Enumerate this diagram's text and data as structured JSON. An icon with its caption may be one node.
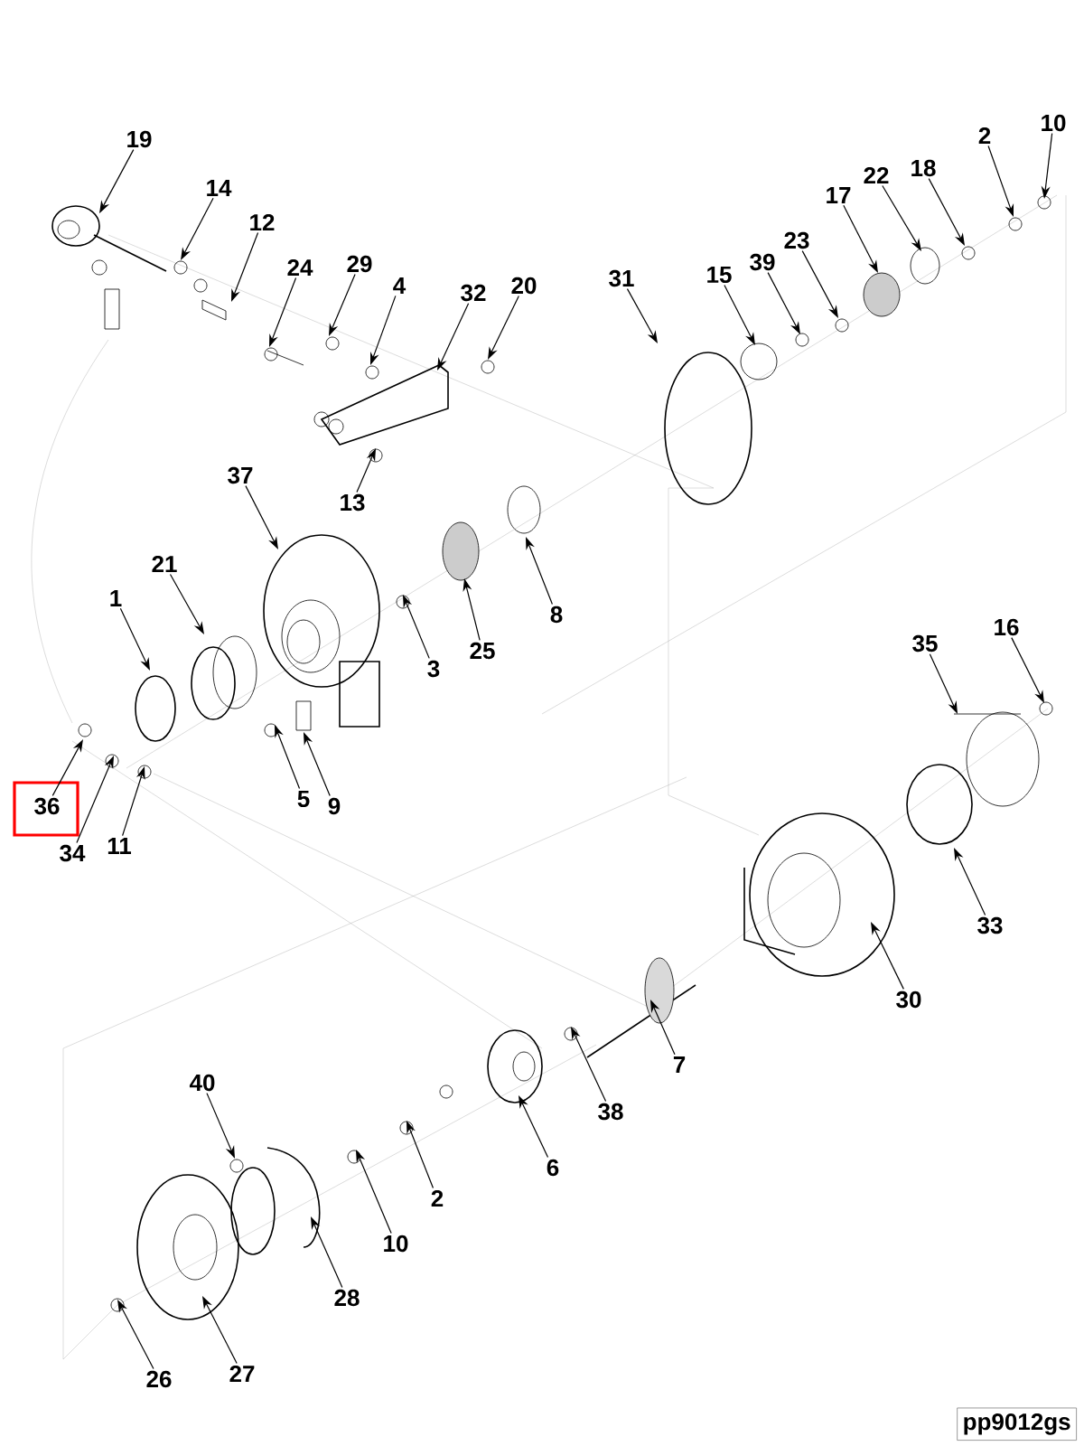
{
  "diagram": {
    "nodes": [
      {
        "text": [
          "10"
        ]
      },
      {
        "text": [
          "2"
        ]
      },
      {
        "text": [
          "19"
        ]
      },
      {
        "text": [
          "18"
        ]
      },
      {
        "text": [
          "22"
        ]
      },
      {
        "text": [
          "14"
        ]
      },
      {
        "text": [
          "17"
        ]
      },
      {
        "text": [
          "12"
        ]
      },
      {
        "text": [
          "23"
        ]
      },
      {
        "text": [
          "39"
        ]
      },
      {
        "text": [
          "29"
        ]
      },
      {
        "text": [
          "24"
        ]
      },
      {
        "text": [
          "15"
        ]
      },
      {
        "text": [
          "31"
        ]
      },
      {
        "text": [
          "4"
        ]
      },
      {
        "text": [
          "20"
        ]
      },
      {
        "text": [
          "32"
        ]
      },
      {
        "text": [
          "37"
        ]
      },
      {
        "text": [
          "13"
        ]
      },
      {
        "text": [
          "21"
        ]
      },
      {
        "text": [
          "1"
        ]
      },
      {
        "text": [
          "8"
        ]
      },
      {
        "text": [
          "16"
        ]
      },
      {
        "text": [
          "35"
        ]
      },
      {
        "text": [
          "25"
        ]
      },
      {
        "text": [
          "3"
        ]
      },
      {
        "text": [
          "5"
        ]
      },
      {
        "text": [
          "9"
        ]
      },
      {
        "text": [
          "36"
        ]
      },
      {
        "text": [
          "34"
        ]
      },
      {
        "text": [
          "11"
        ]
      },
      {
        "text": [
          "33"
        ]
      },
      {
        "text": [
          "30"
        ]
      },
      {
        "text": [
          "7"
        ]
      },
      {
        "text": [
          "40"
        ]
      },
      {
        "text": [
          "38"
        ]
      },
      {
        "text": [
          "6"
        ]
      },
      {
        "text": [
          "2"
        ]
      },
      {
        "text": [
          "10"
        ]
      },
      {
        "text": [
          "28"
        ]
      },
      {
        "text": [
          "27"
        ]
      },
      {
        "text": [
          "26"
        ]
      }
    ],
    "edges": [
      {
        "from": 0,
        "to": null,
        "arrow": "to"
      },
      {
        "from": 1,
        "to": null,
        "arrow": "to"
      },
      {
        "from": 2,
        "to": null,
        "arrow": "to"
      },
      {
        "from": 3,
        "to": null,
        "arrow": "to"
      },
      {
        "from": 4,
        "to": null,
        "arrow": "to"
      },
      {
        "from": 5,
        "to": null,
        "arrow": "to"
      },
      {
        "from": 6,
        "to": null,
        "arrow": "to"
      },
      {
        "from": 7,
        "to": null,
        "arrow": "to"
      },
      {
        "from": 8,
        "to": null,
        "arrow": "to"
      },
      {
        "from": 9,
        "to": null,
        "arrow": "to"
      },
      {
        "from": 10,
        "to": null,
        "arrow": "to"
      },
      {
        "from": 11,
        "to": null,
        "arrow": "to"
      },
      {
        "from": 12,
        "to": null,
        "arrow": "to"
      },
      {
        "from": 13,
        "to": null,
        "arrow": "to"
      },
      {
        "from": 14,
        "to": null,
        "arrow": "to"
      },
      {
        "from": 15,
        "to": null,
        "arrow": "to"
      },
      {
        "from": 16,
        "to": null,
        "arrow": "to"
      },
      {
        "from": 17,
        "to": null,
        "arrow": "to"
      },
      {
        "from": 18,
        "to": null,
        "arrow": "to"
      },
      {
        "from": 19,
        "to": null,
        "arrow": "to"
      },
      {
        "from": 20,
        "to": null,
        "arrow": "to"
      },
      {
        "from": 21,
        "to": null,
        "arrow": "to"
      },
      {
        "from": 22,
        "to": null,
        "arrow": "to"
      },
      {
        "from": 23,
        "to": null,
        "arrow": "to"
      },
      {
        "from": 24,
        "to": null,
        "arrow": "to"
      },
      {
        "from": 25,
        "to": null,
        "arrow": "to"
      },
      {
        "from": 26,
        "to": null,
        "arrow": "to"
      },
      {
        "from": 27,
        "to": null,
        "arrow": "to"
      },
      {
        "from": 28,
        "to": null,
        "arrow": "to"
      },
      {
        "from": 29,
        "to": null,
        "arrow": "to"
      },
      {
        "from": 30,
        "to": null,
        "arrow": "to"
      },
      {
        "from": 31,
        "to": null,
        "arrow": "to"
      },
      {
        "from": 32,
        "to": null,
        "arrow": "to"
      },
      {
        "from": 33,
        "to": null,
        "arrow": "to"
      },
      {
        "from": 34,
        "to": null,
        "arrow": "to"
      },
      {
        "from": 35,
        "to": null,
        "arrow": "to"
      },
      {
        "from": 36,
        "to": null,
        "arrow": "to"
      },
      {
        "from": 37,
        "to": null,
        "arrow": "to"
      },
      {
        "from": 38,
        "to": null,
        "arrow": "to"
      },
      {
        "from": 39,
        "to": null,
        "arrow": "to"
      },
      {
        "from": 40,
        "to": null,
        "arrow": "to"
      },
      {
        "from": 41,
        "to": null,
        "arrow": "to"
      }
    ],
    "labels": [
      "pp9012gs"
    ]
  }
}
